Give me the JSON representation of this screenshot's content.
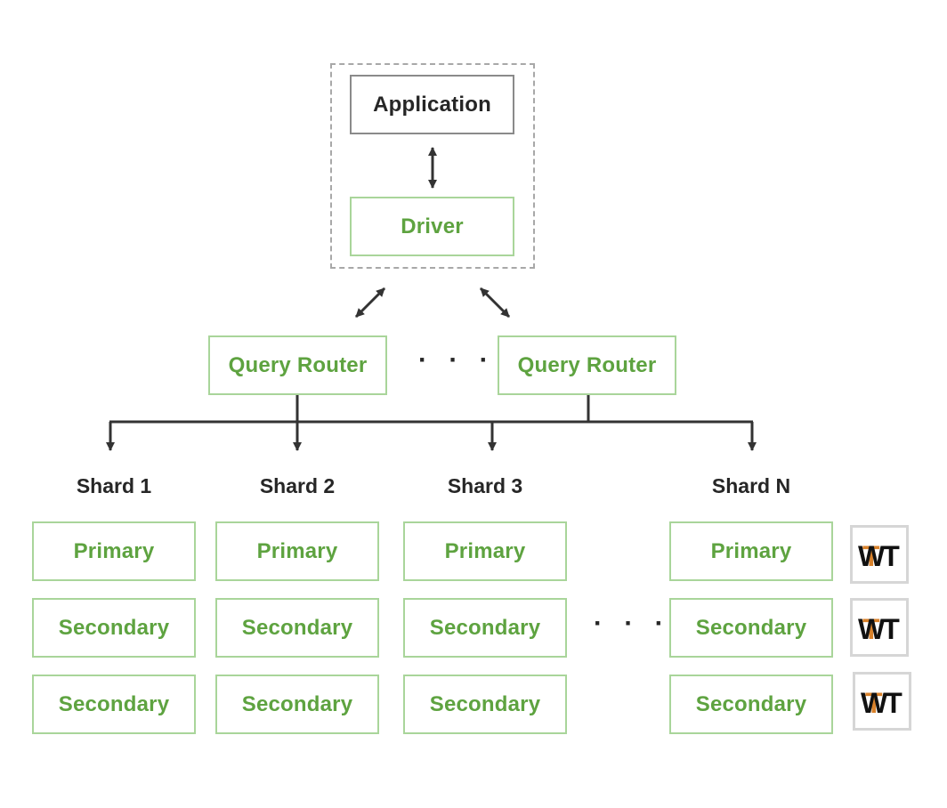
{
  "client": {
    "application_label": "Application",
    "driver_label": "Driver"
  },
  "routers": [
    {
      "label": "Query Router"
    },
    {
      "label": "Query Router"
    }
  ],
  "router_ellipsis": "· · ·",
  "shards": [
    {
      "name": "Shard 1",
      "primary": "Primary",
      "secondaries": [
        "Secondary",
        "Secondary"
      ]
    },
    {
      "name": "Shard 2",
      "primary": "Primary",
      "secondaries": [
        "Secondary",
        "Secondary"
      ]
    },
    {
      "name": "Shard 3",
      "primary": "Primary",
      "secondaries": [
        "Secondary",
        "Secondary"
      ]
    },
    {
      "name": "Shard N",
      "primary": "Primary",
      "secondaries": [
        "Secondary",
        "Secondary"
      ]
    }
  ],
  "shard_ellipsis": "· · ·",
  "storage_engine_logo": {
    "icon": "wiredtiger-logo-icon",
    "text": "WT"
  },
  "colors": {
    "node_border": "#a9d59a",
    "node_text": "#5ea340",
    "application_border": "#8a8a8a",
    "text_dark": "#262626",
    "connector": "#333333",
    "logo_black": "#111111",
    "logo_orange": "#d9822b"
  }
}
